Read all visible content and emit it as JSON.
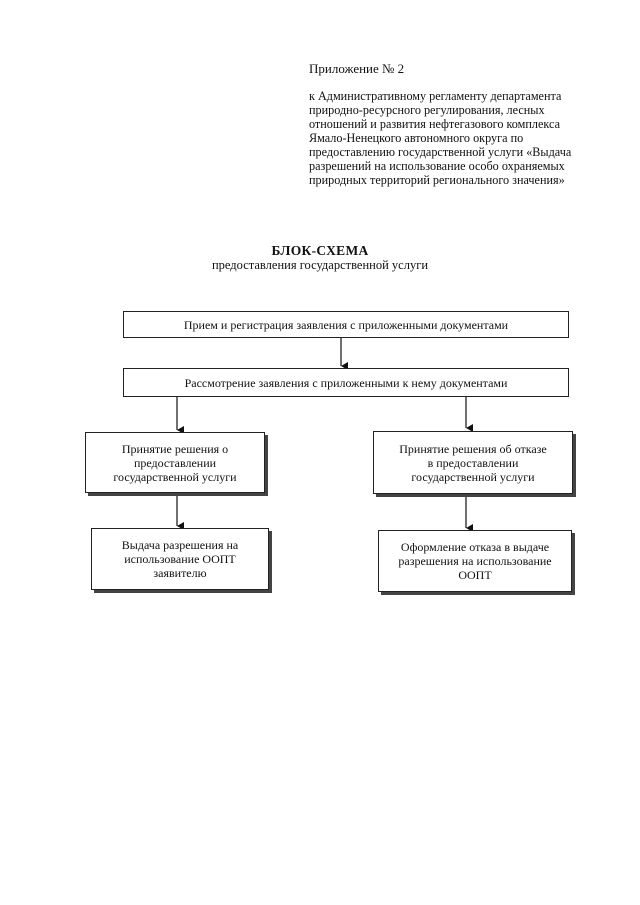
{
  "appendix": {
    "number": "Приложение № 2",
    "text": "к Административному регламенту департамента\nприродно-ресурсного регулирования, лесных\nотношений и развития нефтегазового комплекса\nЯмало-Ненецкого автономного округа по\nпредоставлению государственной услуги «Выдача\nразрешений на использование особо охраняемых\nприродных территорий регионального значения»"
  },
  "heading": {
    "title": "БЛОК-СХЕМА",
    "subtitle": "предоставления государственной услуги"
  },
  "flowchart": {
    "step1": "Прием и регистрация заявления с приложенными документами",
    "step2": "Рассмотрение заявления с приложенными к нему документами",
    "grant_decision": "Принятие решения о\nпредоставлении\nгосударственной услуги",
    "refusal_decision": "Принятие решения об отказе\nв предоставлении\nгосударственной услуги",
    "grant_issue": "Выдача разрешения на\nиспользование ООПТ\nзаявителю",
    "refusal_issue": "Оформление отказа в выдаче\nразрешения на использование\nООПТ"
  }
}
